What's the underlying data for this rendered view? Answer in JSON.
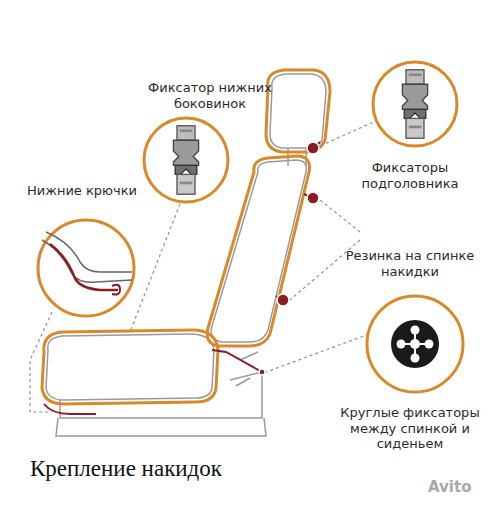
{
  "diagram": {
    "caption": "Крепление накидок",
    "labels": [
      "Фиксатор нижних боковинок",
      "Нижние крючки",
      "Фиксаторы подголовника",
      "Резинка на спинке накидки",
      "Круглые фиксаторы между спинкой и сиденьем",
      "Avito"
    ]
  }
}
